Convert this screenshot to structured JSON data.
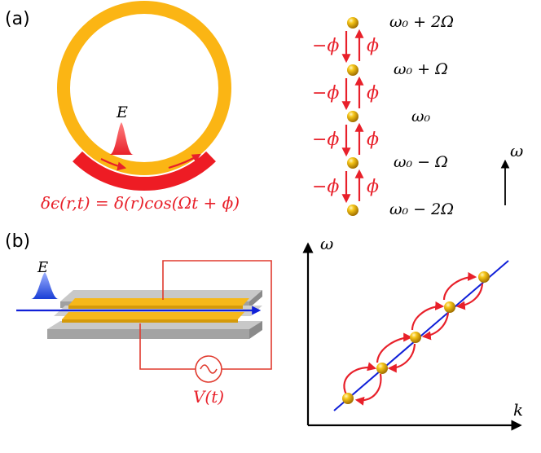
{
  "panels": {
    "a": "(a)",
    "b": "(b)"
  },
  "panel_a": {
    "pulse_label": "E",
    "modulation_equation": "δϵ(r,t) = δ(r)cos(Ωt + ϕ)",
    "levels": [
      "ω₀ + 2Ω",
      "ω₀ + Ω",
      "ω₀",
      "ω₀ − Ω",
      "ω₀ − 2Ω"
    ],
    "coupling_down_label": "−ϕ",
    "coupling_up_label": "ϕ",
    "frequency_axis_label": "ω"
  },
  "panel_b": {
    "pulse_label": "E",
    "voltage_label": "V(t)",
    "y_axis_label": "ω",
    "x_axis_label": "k"
  },
  "colors": {
    "ring_yellow": "#fbb514",
    "modulation_red": "#ee1c24",
    "pulse_red": "#e8202a",
    "pulse_blue": "#1a3fd6",
    "arrow_red": "#e8202a",
    "wire_red": "#e03a2e",
    "slab_gray": "#9a9a9a",
    "line_blue": "#1020d8",
    "ball_gold": "#e0a800"
  }
}
